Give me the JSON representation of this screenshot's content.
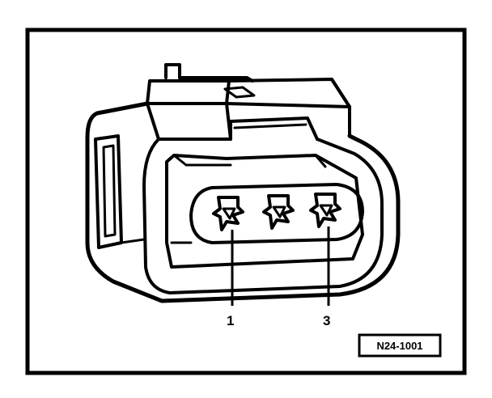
{
  "diagram": {
    "pin_labels": [
      "1",
      "3"
    ],
    "figure_id": "N24-1001"
  },
  "colors": {
    "ink": "#000000",
    "paper": "#ffffff"
  }
}
